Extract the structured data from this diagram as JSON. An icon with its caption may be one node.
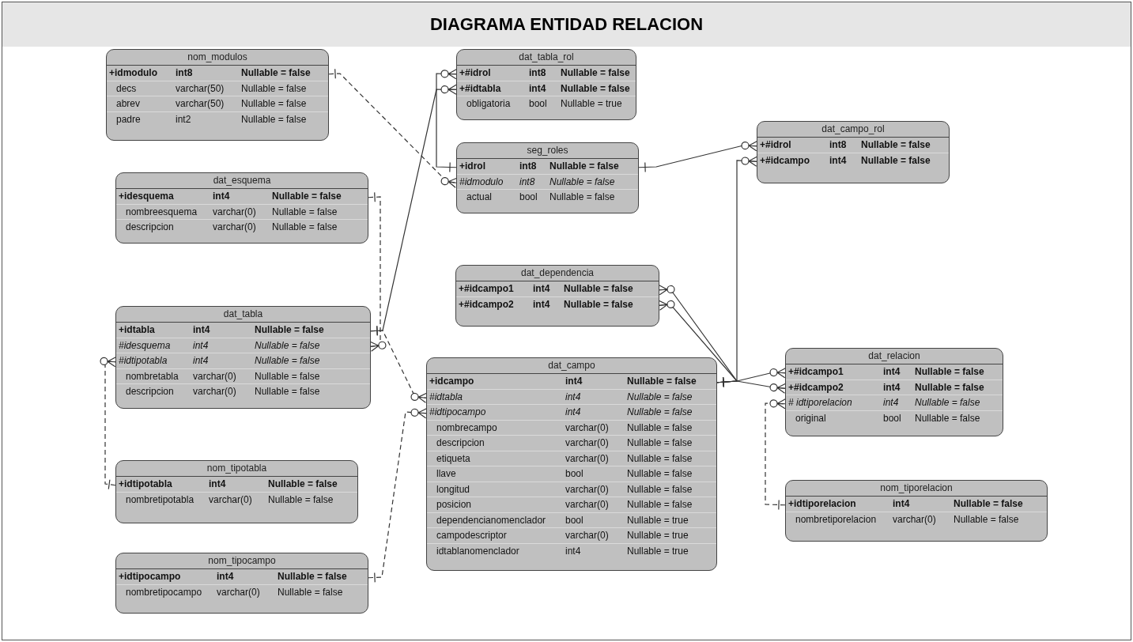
{
  "diagram": {
    "title": "DIAGRAMA ENTIDAD RELACION",
    "nodes": [
      {
        "text": [
          "nom_modulos",
          "**+idmodulo**",
          "**int8**",
          "**Nullable = false**",
          "decs",
          "varchar(50)",
          "Nullable = false",
          "abrev",
          "varchar(50)",
          "Nullable = false",
          "padre",
          "int2",
          "Nullable = false"
        ]
      },
      {
        "text": [
          "dat_tabla_rol",
          "**+#idrol**",
          "**int8**",
          "**Nullable = false**",
          "**+#idtabla**",
          "**int4**",
          "**Nullable = false**",
          "obligatoria",
          "bool",
          "Nullable = true"
        ]
      },
      {
        "text": [
          "seg_roles",
          "**+idrol**",
          "**int8**",
          "**Nullable = false**",
          "*#idmodulo*",
          "*int8*",
          "*Nullable = false*",
          "actual",
          "bool",
          "Nullable = false"
        ]
      },
      {
        "text": [
          "dat_campo_rol",
          "**+#idrol**",
          "**int8**",
          "**Nullable = false**",
          "**+#idcampo**",
          "**int4**",
          "**Nullable = false**"
        ]
      },
      {
        "text": [
          "dat_esquema",
          "**+idesquema**",
          "**int4**",
          "**Nullable = false**",
          "nombreesquema",
          "varchar(0)",
          "Nullable = false",
          "descripcion",
          "varchar(0)",
          "Nullable = false"
        ]
      },
      {
        "text": [
          "dat_dependencia",
          "**+#idcampo1**",
          "**int4**",
          "**Nullable = false**",
          "**+#idcampo2**",
          "**int4**",
          "**Nullable = false**"
        ]
      },
      {
        "text": [
          "dat_tabla",
          "**+idtabla**",
          "**int4**",
          "**Nullable = false**",
          "*#idesquema*",
          "*int4*",
          "*Nullable = false*",
          "*#idtipotabla*",
          "*int4*",
          "*Nullable = false*",
          "nombretabla",
          "varchar(0)",
          "Nullable = false",
          "descripcion",
          "varchar(0)",
          "Nullable = false"
        ]
      },
      {
        "text": [
          "dat_campo",
          "**+idcampo**",
          "**int4**",
          "**Nullable = false**",
          "*#idtabla*",
          "*int4*",
          "*Nullable = false*",
          "*#idtipocampo*",
          "*int4*",
          "*Nullable = false*",
          "nombrecampo",
          "varchar(0)",
          "Nullable = false",
          "descripcion",
          "varchar(0)",
          "Nullable = false",
          "etiqueta",
          "varchar(0)",
          "Nullable = false",
          "llave",
          "bool",
          "Nullable = false",
          "longitud",
          "varchar(0)",
          "Nullable = false",
          "posicion",
          "varchar(0)",
          "Nullable = false",
          "dependencianomenclador",
          "bool",
          "Nullable = true",
          "campodescriptor",
          "varchar(0)",
          "Nullable = true",
          "idtablanomenclador",
          "int4",
          "Nullable = true"
        ]
      },
      {
        "text": [
          "dat_relacion",
          "**+#idcampo1**",
          "**int4**",
          "**Nullable = false**",
          "**+#idcampo2**",
          "**int4**",
          "**Nullable = false**",
          "*# idtiporelacion*",
          "*int4*",
          "*Nullable = false*",
          "original",
          "bool",
          "Nullable = false"
        ]
      },
      {
        "text": [
          "nom_tipotabla",
          "**+idtipotabla**",
          "**int4**",
          "**Nullable = false**",
          "nombretipotabla",
          "varchar(0)",
          "Nullable = false"
        ]
      },
      {
        "text": [
          "nom_tiporelacion",
          "**+idtiporelacion**",
          "**int4**",
          "**Nullable = false**",
          "nombretiporelacion",
          "varchar(0)",
          "Nullable = false"
        ]
      },
      {
        "text": [
          "nom_tipocampo",
          "**+idtipocampo**",
          "**int4**",
          "**Nullable = false**",
          "nombretipocampo",
          "varchar(0)",
          "Nullable = false"
        ]
      }
    ],
    "edges": [
      {
        "from": 0,
        "to": 2,
        "arrow": "other",
        "style": "dashed"
      },
      {
        "from": 2,
        "to": 1,
        "arrow": "other"
      },
      {
        "from": 6,
        "to": 1,
        "arrow": "other"
      },
      {
        "from": 2,
        "to": 3,
        "arrow": "other"
      },
      {
        "from": 4,
        "to": 6,
        "arrow": "other",
        "style": "dashed"
      },
      {
        "from": 9,
        "to": 6,
        "arrow": "other",
        "style": "dashed"
      },
      {
        "from": 6,
        "to": 7,
        "arrow": "other",
        "style": "dashed"
      },
      {
        "from": 11,
        "to": 7,
        "arrow": "other",
        "style": "dashed"
      },
      {
        "from": 7,
        "to": 3,
        "arrow": "other"
      },
      {
        "from": 7,
        "to": 5,
        "arrow": "other"
      },
      {
        "from": 7,
        "to": 5,
        "arrow": "other"
      },
      {
        "from": 7,
        "to": 8,
        "arrow": "other"
      },
      {
        "from": 7,
        "to": 8,
        "arrow": "other"
      },
      {
        "from": 10,
        "to": 8,
        "arrow": "other",
        "style": "dashed"
      }
    ]
  }
}
